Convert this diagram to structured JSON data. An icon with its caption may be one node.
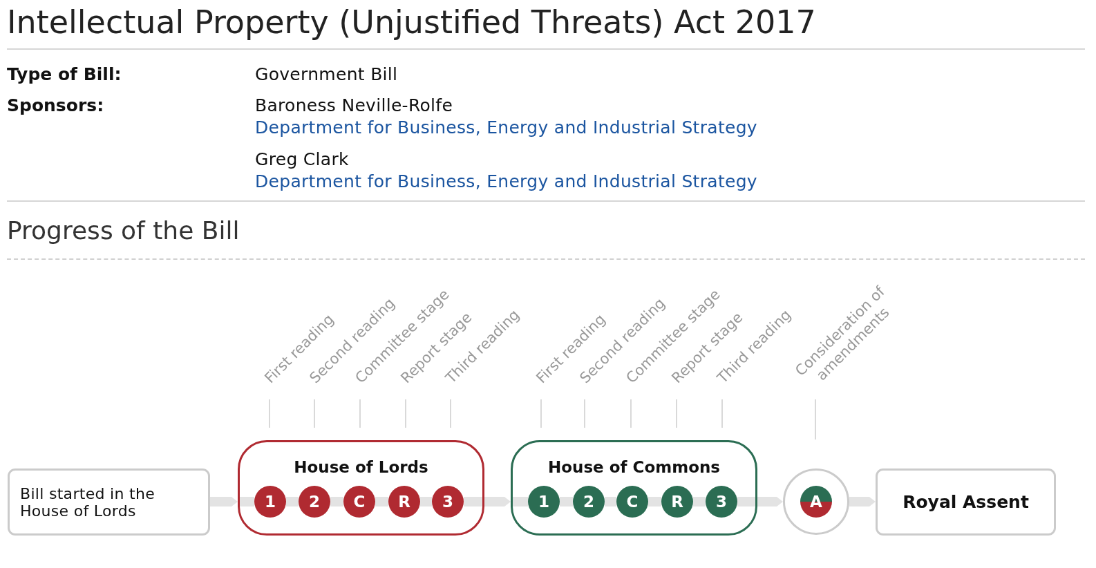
{
  "diagram": {
    "title": "Intellectual Property (Unjustified Threats) Act 2017",
    "nodes": [
      {
        "text": [
          "Bill started in the House of Lords"
        ]
      },
      {
        "text": [
          "House of Lords"
        ]
      },
      {
        "text": [
          "1"
        ],
        "in": 1
      },
      {
        "text": [
          "2"
        ],
        "in": 1
      },
      {
        "text": [
          "C"
        ],
        "in": 1
      },
      {
        "text": [
          "R"
        ],
        "in": 1
      },
      {
        "text": [
          "3"
        ],
        "in": 1
      },
      {
        "text": [
          "House of Commons"
        ]
      },
      {
        "text": [
          "1"
        ],
        "in": 7
      },
      {
        "text": [
          "2"
        ],
        "in": 7
      },
      {
        "text": [
          "C"
        ],
        "in": 7
      },
      {
        "text": [
          "R"
        ],
        "in": 7
      },
      {
        "text": [
          "3"
        ],
        "in": 7
      },
      {
        "text": [],
        "shape": "circle"
      },
      {
        "text": [
          "A"
        ],
        "in": 13
      },
      {
        "text": [
          "Royal Assent"
        ]
      }
    ],
    "edges": [
      {
        "from": 0,
        "to": 1,
        "arrow": "to"
      },
      {
        "from": 2,
        "to": 3,
        "arrow": "none"
      },
      {
        "from": 3,
        "to": 4,
        "arrow": "none"
      },
      {
        "from": 4,
        "to": 5,
        "arrow": "none"
      },
      {
        "from": 5,
        "to": 6,
        "arrow": "none"
      },
      {
        "from": 1,
        "to": 7,
        "arrow": "to"
      },
      {
        "from": 8,
        "to": 9,
        "arrow": "none"
      },
      {
        "from": 9,
        "to": 10,
        "arrow": "none"
      },
      {
        "from": 10,
        "to": 11,
        "arrow": "none"
      },
      {
        "from": 11,
        "to": 12,
        "arrow": "none"
      },
      {
        "from": 7,
        "to": 13,
        "arrow": "to"
      },
      {
        "from": 13,
        "to": 15,
        "arrow": "to"
      }
    ],
    "labels": [
      "Type of Bill:",
      "Government Bill",
      "Sponsors:",
      "Baroness Neville-Rolfe",
      "Department for Business, Energy and Industrial Strategy",
      "Greg Clark",
      "Department for Business, Energy and Industrial Strategy",
      "Progress of the Bill",
      "First reading",
      "Second reading",
      "Committee stage",
      "Report stage",
      "Third reading",
      "First reading",
      "Second reading",
      "Committee stage",
      "Report stage",
      "Third reading",
      "Consideration of amendments"
    ]
  }
}
